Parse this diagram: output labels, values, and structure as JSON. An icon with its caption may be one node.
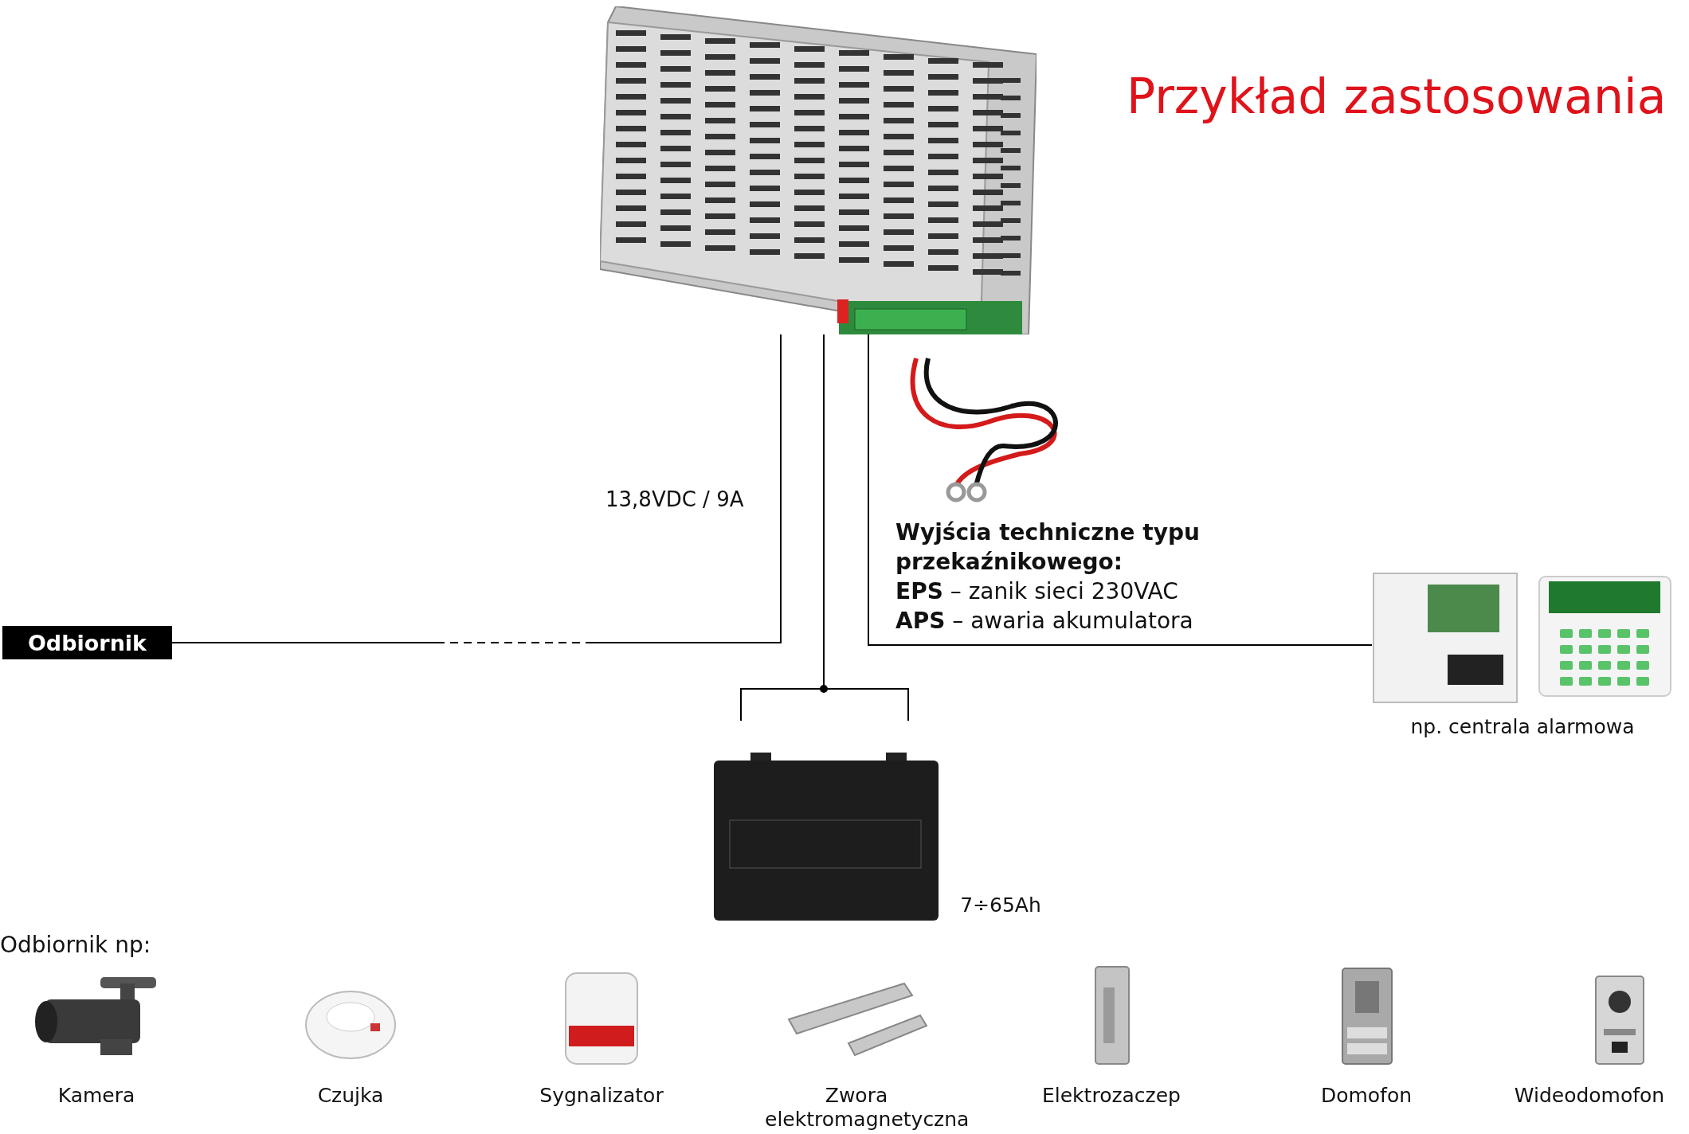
{
  "diagram": {
    "title": "Przykład zastosowania",
    "nodes": [
      {
        "text": [],
        "shape": "picture"
      },
      {
        "text": [
          "Odbiornik"
        ]
      },
      {
        "text": [],
        "shape": "picture",
        "beside": [
          "np. centrala alarmowa"
        ]
      },
      {
        "text": [],
        "shape": "picture",
        "beside": [
          "7÷65Ah"
        ]
      },
      {
        "text": [],
        "shape": "picture",
        "beside": [
          "Kamera"
        ]
      },
      {
        "text": [],
        "shape": "picture",
        "beside": [
          "Czujka"
        ]
      },
      {
        "text": [],
        "shape": "picture",
        "beside": [
          "Sygnalizator"
        ]
      },
      {
        "text": [],
        "shape": "picture",
        "beside": [
          "Zwora elektromagnetyczna"
        ]
      },
      {
        "text": [],
        "shape": "picture",
        "beside": [
          "Elektrozaczep"
        ]
      },
      {
        "text": [],
        "shape": "picture",
        "beside": [
          "Domofon"
        ]
      },
      {
        "text": [],
        "shape": "picture",
        "beside": [
          "Wideodomofon"
        ]
      }
    ],
    "edges": [
      {
        "from": 0,
        "to": 1,
        "arrow": "none",
        "label": "13,8VDC / 9A",
        "style": "dashed"
      },
      {
        "from": 0,
        "to": 3,
        "arrow": "none"
      },
      {
        "from": 0,
        "to": 2,
        "arrow": "none"
      }
    ],
    "labels": [
      "Wyjścia techniczne typu przekaźnikowego:",
      "**EPS** – zanik sieci 230VAC",
      "**APS** – awaria akumulatora",
      "Odbiornik np:"
    ]
  }
}
